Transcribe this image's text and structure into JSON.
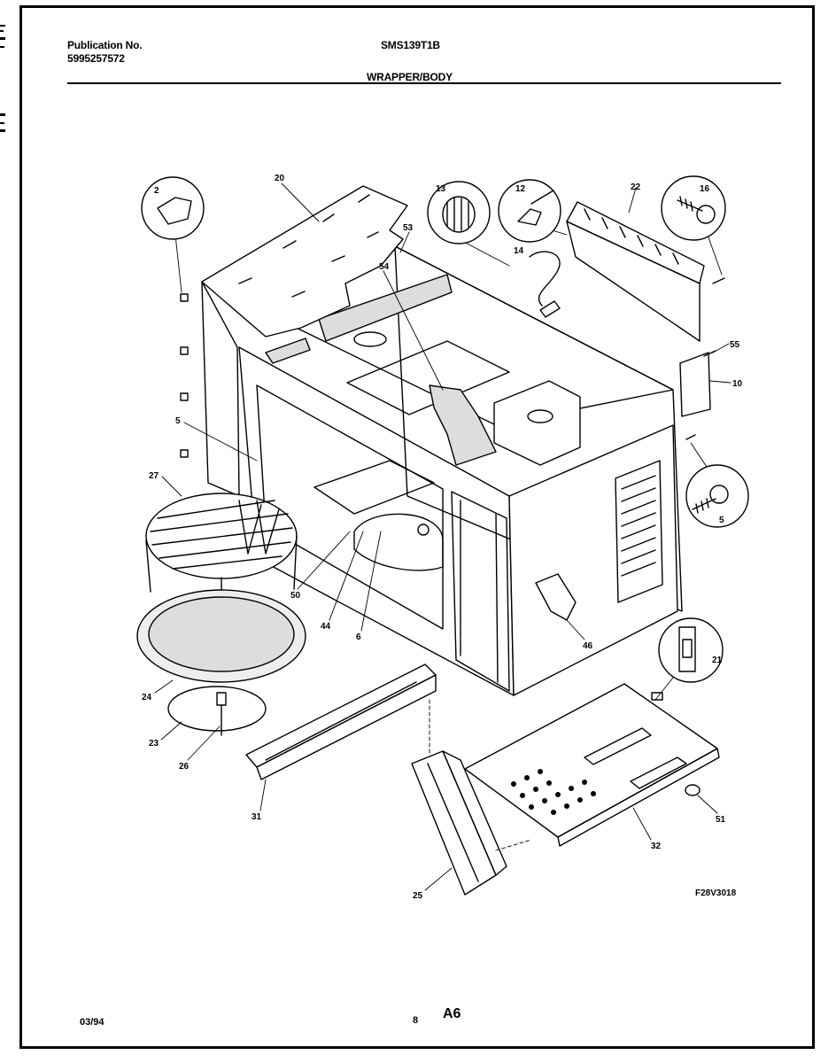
{
  "header": {
    "publication_label": "Publication No.",
    "publication_number": "5995257572",
    "model": "SMS139T1B",
    "section_title": "WRAPPER/BODY"
  },
  "callouts": [
    {
      "label": "2"
    },
    {
      "label": "20"
    },
    {
      "label": "13"
    },
    {
      "label": "12"
    },
    {
      "label": "22"
    },
    {
      "label": "16"
    },
    {
      "label": "53"
    },
    {
      "label": "14"
    },
    {
      "label": "54"
    },
    {
      "label": "55"
    },
    {
      "label": "10"
    },
    {
      "label": "5"
    },
    {
      "label": "5"
    },
    {
      "label": "27"
    },
    {
      "label": "50"
    },
    {
      "label": "44"
    },
    {
      "label": "6"
    },
    {
      "label": "46"
    },
    {
      "label": "21"
    },
    {
      "label": "24"
    },
    {
      "label": "23"
    },
    {
      "label": "26"
    },
    {
      "label": "31"
    },
    {
      "label": "25"
    },
    {
      "label": "32"
    },
    {
      "label": "51"
    }
  ],
  "figure_code": "F28V3018",
  "footer": {
    "date": "03/94",
    "page_number": "8",
    "page_code": "A6"
  }
}
